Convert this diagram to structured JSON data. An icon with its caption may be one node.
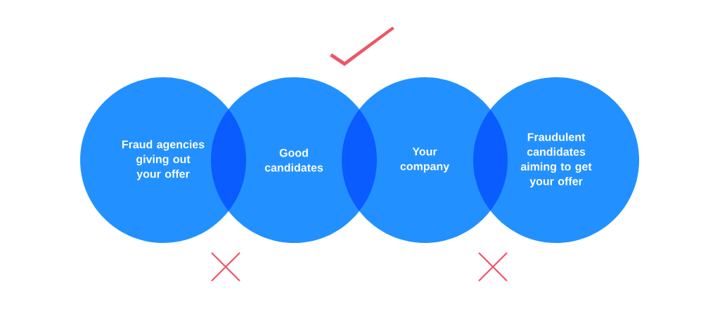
{
  "diagram": {
    "nodes": [
      {
        "text": [
          "Fraud agencies giving out your offer"
        ]
      },
      {
        "text": [
          "Good candidates"
        ]
      },
      {
        "text": [
          "Your company"
        ]
      },
      {
        "text": [
          "Fraudulent candidates aiming to get your offer"
        ]
      }
    ]
  }
}
